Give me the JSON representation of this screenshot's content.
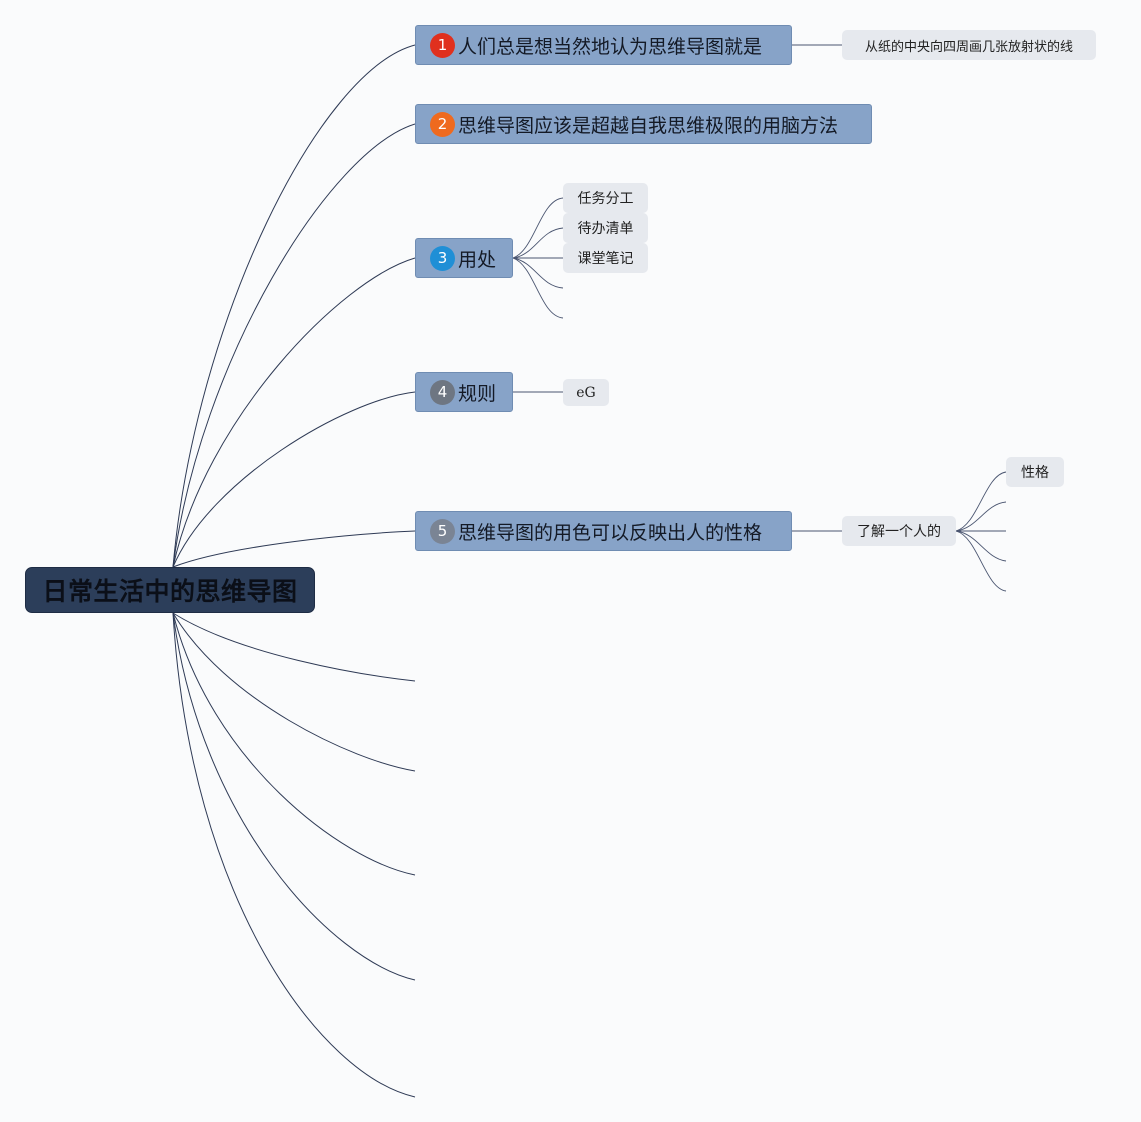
{
  "root": {
    "label": "日常生活中的思维导图"
  },
  "topics": [
    {
      "number": "1",
      "label": "人们总是想当然地认为思维导图就是",
      "badge_color": "#e0301e"
    },
    {
      "number": "2",
      "label": "思维导图应该是超越自我思维极限的用脑方法",
      "badge_color": "#ef6a1f"
    },
    {
      "number": "3",
      "label": "用处",
      "badge_color": "#1f8fd6"
    },
    {
      "number": "4",
      "label": "规则",
      "badge_color": "#6e7682"
    },
    {
      "number": "5",
      "label": "思维导图的用色可以反映出人的性格",
      "badge_color": "#7a8494"
    }
  ],
  "subtopics": {
    "t1": "从纸的中央向四周画几张放射状的线",
    "t3": [
      "任务分工",
      "待办清单",
      "课堂笔记"
    ],
    "t4": "eG",
    "t5": "了解一个人的",
    "t5_child": "性格"
  },
  "colors": {
    "root_bg": "#2c3e5a",
    "topic_bg": "#87a3c8",
    "subtopic_bg": "#e6e9ee",
    "line": "#2e3a55"
  }
}
